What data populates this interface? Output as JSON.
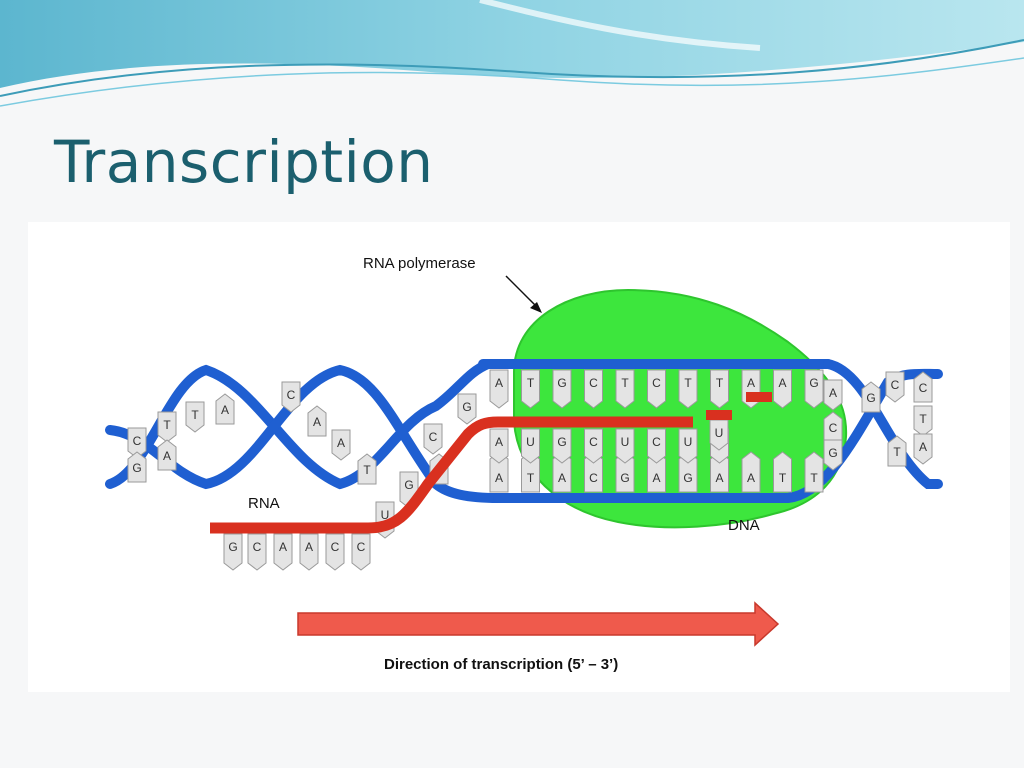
{
  "slide": {
    "title": "Transcription",
    "colors": {
      "title": "#1b5f6e",
      "dna_backbone": "#1f5fd1",
      "rna_strand": "#d9301f",
      "polymerase": "#3de63d",
      "arrow": "#ef5a4c"
    }
  },
  "diagram": {
    "labels": {
      "polymerase": "RNA polymerase",
      "rna": "RNA",
      "dna": "DNA",
      "direction": "Direction of transcription (5’ – 3’)"
    },
    "coding_strand_bases": [
      "A",
      "T",
      "G",
      "C",
      "T",
      "C",
      "T",
      "T",
      "A",
      "A",
      "G"
    ],
    "template_strand_bases": [
      "A",
      "T",
      "A",
      "C",
      "G",
      "A",
      "G",
      "A",
      "A",
      "T",
      "T"
    ],
    "rna_paired_bases": [
      "A",
      "U",
      "G",
      "C",
      "U",
      "C",
      "U",
      "U"
    ],
    "rna_incoming_base": "U",
    "rna_trailing_bases": [
      "G",
      "C",
      "A",
      "A",
      "C",
      "C",
      "U",
      "G"
    ],
    "left_helix_bases": [
      "C",
      "G",
      "T",
      "A",
      "T",
      "A",
      "C",
      "A",
      "A",
      "T",
      "C",
      "G",
      "G"
    ],
    "right_helix_bases": [
      "A",
      "C",
      "G",
      "G",
      "C",
      "C",
      "T",
      "T",
      "A"
    ]
  }
}
